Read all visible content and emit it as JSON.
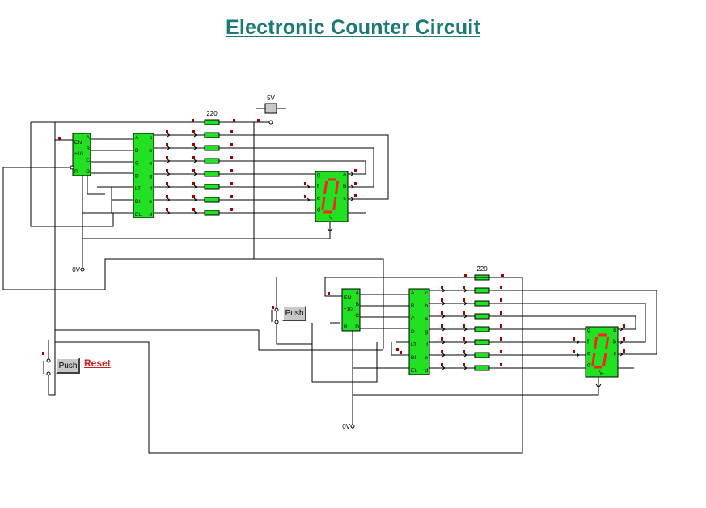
{
  "title": "Electronic Counter Circuit",
  "colors": {
    "title": "#1a7a74",
    "chip": "#22e022",
    "wire": "#000000",
    "pin": "#a00000",
    "segment": "#ff2020",
    "reset": "#d02020"
  },
  "supply_label": "5V",
  "ground_label": "0V",
  "resistor_value": "220",
  "push_label": "Push",
  "reset_label": "Reset",
  "counter_pins": {
    "left": [
      "EN",
      "÷10",
      "R"
    ],
    "right": [
      "A",
      "B",
      "C",
      "D"
    ]
  },
  "decoder_pins": {
    "left": [
      "A",
      "B",
      "C",
      "D",
      "LT",
      "BI",
      "EL"
    ],
    "right": [
      "c",
      "b",
      "a",
      "g",
      "f",
      "e",
      "d"
    ]
  },
  "display_pins": {
    "left": [
      "g",
      "f",
      "e",
      "d"
    ],
    "right": [
      "a",
      "b",
      "c"
    ],
    "bottom": "V-"
  },
  "display_digit": "0",
  "icons": [
    "switch-icon",
    "battery-icon",
    "resistor-icon",
    "seven-segment-icon"
  ]
}
